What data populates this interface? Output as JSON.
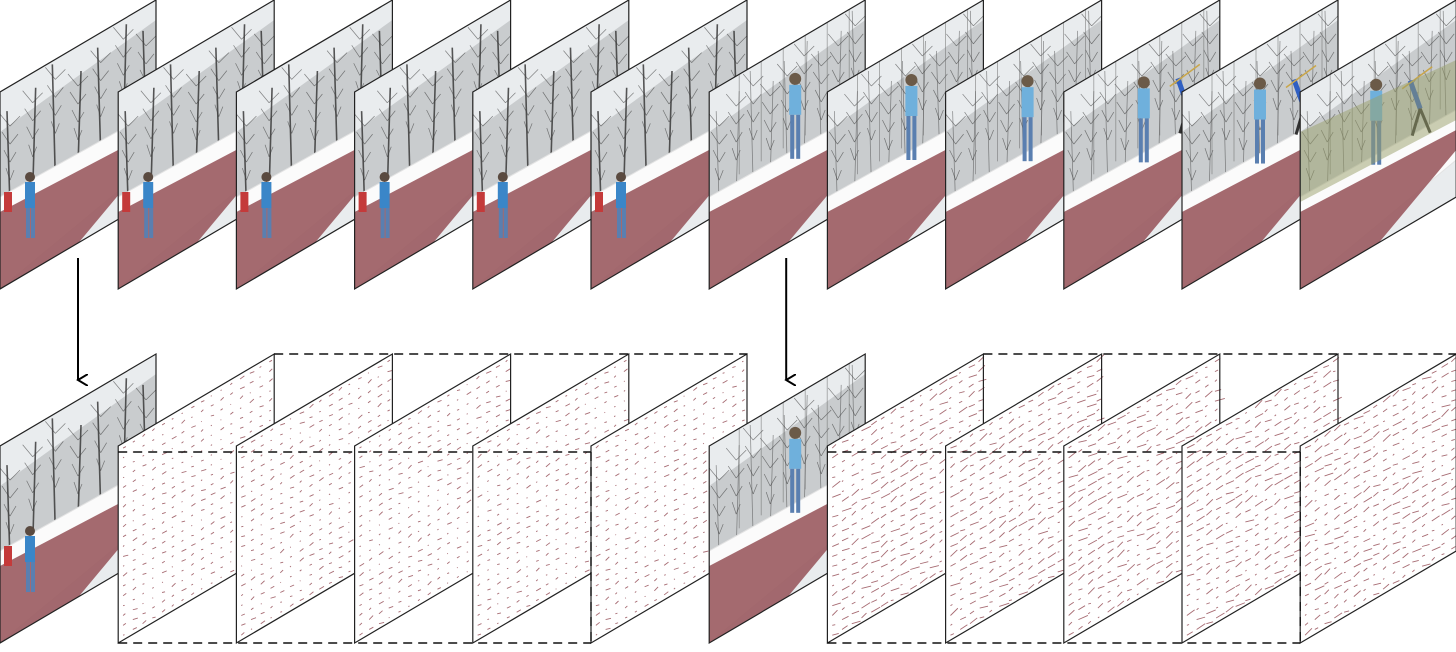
{
  "diagram": {
    "type": "video-frames-to-optical-flow",
    "top_row": {
      "kind": "rgb-frames",
      "frame_count": 12,
      "scene": "snowy-track-javelin"
    },
    "bottom_row": {
      "segments": [
        {
          "keyframe_index": 0,
          "flow_field_count": 5
        },
        {
          "keyframe_index": 6,
          "flow_field_count": 5
        }
      ]
    },
    "arrows": [
      {
        "from_frame": 0,
        "to_segment": 0,
        "icon": "down-arrow-icon"
      },
      {
        "from_frame": 6,
        "to_segment": 1,
        "icon": "down-arrow-icon"
      }
    ],
    "colors": {
      "frame_border": "#222222",
      "flow_vector": "#8a3b45",
      "sky": "#e9ecee",
      "snow": "#fbfbfb",
      "track": "#9a5a5f",
      "tree": "#3a3a3a",
      "athlete_torso": "#3a86c8",
      "athlete_legs": "#5a7fb0",
      "javelin_athlete": "#2f5fc2",
      "dashed_box": "#111111"
    }
  }
}
